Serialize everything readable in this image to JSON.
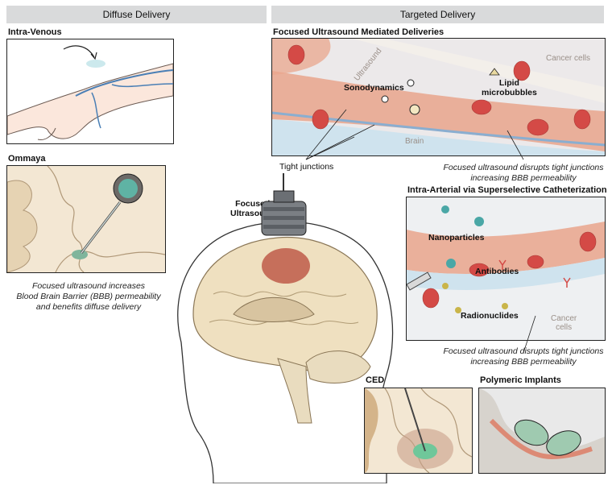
{
  "headers": {
    "left": "Diffuse Delivery",
    "right": "Targeted Delivery"
  },
  "intra_venous": {
    "title": "Intra-Venous"
  },
  "ommaya": {
    "title": "Ommaya",
    "caption_lines": [
      "Focused ultrasound increases",
      "Blood Brain Barrier (BBB) permeability",
      "and benefits diffuse delivery"
    ]
  },
  "fus_panel": {
    "title": "Focused Ultrasound Mediated Deliveries",
    "labels": {
      "ultrasound": "Ultrasound",
      "cancer_cells": "Cancer cells",
      "sonodynamics": "Sonodynamics",
      "lipid_line1": "Lipid",
      "lipid_line2": "microbubbles",
      "brain": "Brain"
    },
    "tight_junctions": "Tight junctions",
    "caption_lines": [
      "Focused ultrasound disrupts tight junctions",
      "increasing BBB permeability"
    ]
  },
  "center": {
    "focused_line1": "Focused",
    "focused_line2": "Ultrasound"
  },
  "ia_panel": {
    "title": "Intra-Arterial via Superselective Catheterization",
    "labels": {
      "nanoparticles": "Nanoparticles",
      "antibodies": "Antibodies",
      "radionuclides": "Radionuclides",
      "cancer_line1": "Cancer",
      "cancer_line2": "cells"
    },
    "caption_lines": [
      "Focused ultrasound disrupts tight junctions",
      "increasing BBB permeability"
    ]
  },
  "ced": {
    "title": "CED"
  },
  "implants": {
    "title": "Polymeric Implants"
  },
  "colors": {
    "header_bg": "#d9dadb",
    "tissue": "#e9a58c",
    "vessel": "#cfe3ee",
    "tumor": "#b84a3a",
    "implant": "#9fcab0"
  }
}
